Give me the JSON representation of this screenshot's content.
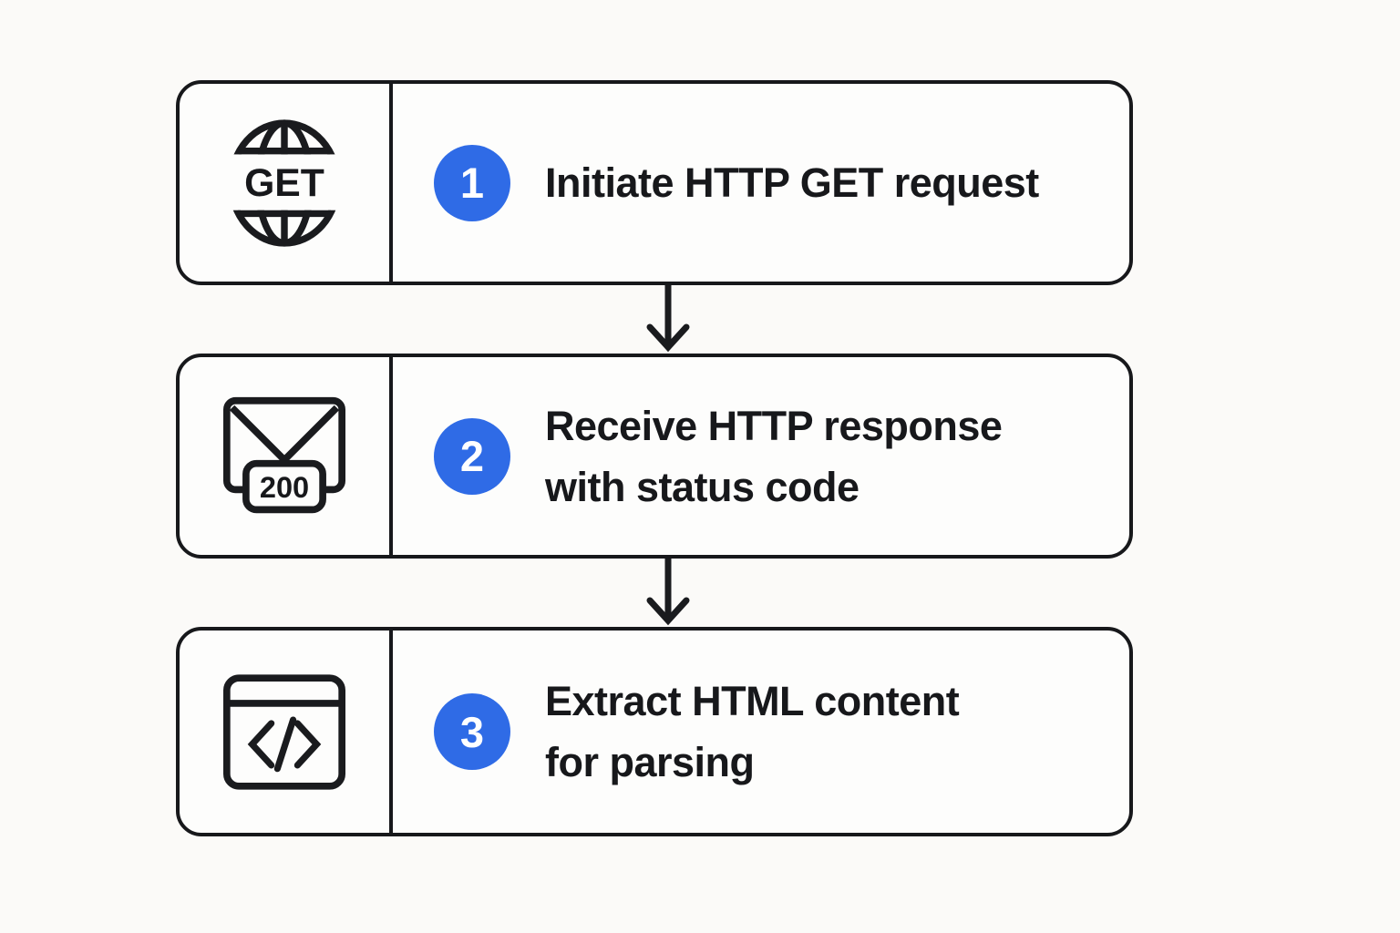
{
  "diagram": {
    "steps": [
      {
        "number": "1",
        "icon": "globe-get-icon",
        "icon_label": "GET",
        "lines": [
          "Initiate HTTP GET request",
          ""
        ]
      },
      {
        "number": "2",
        "icon": "envelope-status-icon",
        "icon_label": "200",
        "lines": [
          "Receive HTTP response",
          "with status code"
        ]
      },
      {
        "number": "3",
        "icon": "code-window-icon",
        "icon_glyph": "</>",
        "lines": [
          "Extract HTML content",
          "for parsing"
        ]
      }
    ],
    "colors": {
      "accent_blue": "#2f6be6",
      "stroke_black": "#17181b",
      "background": "#fbfaf8",
      "box_fill": "#fdfdfc"
    }
  }
}
